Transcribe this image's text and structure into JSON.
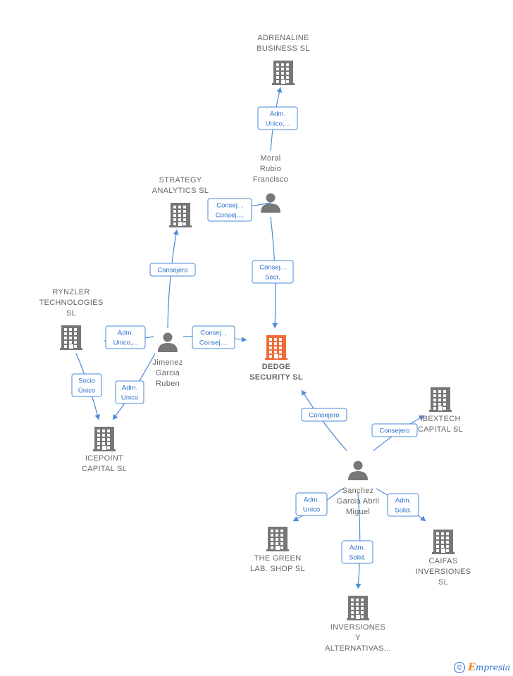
{
  "nodes": [
    {
      "id": "adrenaline",
      "type": "company",
      "lines": [
        "ADRENALINE",
        "BUSINESS  SL"
      ],
      "highlight": false
    },
    {
      "id": "moral",
      "type": "person",
      "lines": [
        "Moral",
        "Rubio",
        "Francisco"
      ]
    },
    {
      "id": "strategy",
      "type": "company",
      "lines": [
        "STRATEGY",
        "ANALYTICS  SL"
      ],
      "highlight": false
    },
    {
      "id": "rynzler",
      "type": "company",
      "lines": [
        "RYNZLER",
        "TECHNOLOGIES",
        "SL"
      ],
      "highlight": false
    },
    {
      "id": "jimenez",
      "type": "person",
      "lines": [
        "Jimenez",
        "Garcia",
        "Ruben"
      ]
    },
    {
      "id": "dedge",
      "type": "company",
      "lines": [
        "DEDGE",
        "SECURITY  SL"
      ],
      "highlight": true
    },
    {
      "id": "icepoint",
      "type": "company",
      "lines": [
        "ICEPOINT",
        "CAPITAL  SL"
      ],
      "highlight": false
    },
    {
      "id": "ibextech",
      "type": "company",
      "lines": [
        "IBEXTECH",
        "CAPITAL  SL"
      ],
      "highlight": false
    },
    {
      "id": "sanchez",
      "type": "person",
      "lines": [
        "Sanchez",
        "Garcia Abril",
        "Miguel"
      ]
    },
    {
      "id": "thegreen",
      "type": "company",
      "lines": [
        "THE GREEN",
        "LAB.  SHOP  SL"
      ],
      "highlight": false
    },
    {
      "id": "caifas",
      "type": "company",
      "lines": [
        "CAIFAS",
        "INVERSIONES",
        "SL"
      ],
      "highlight": false
    },
    {
      "id": "inversiones",
      "type": "company",
      "lines": [
        "INVERSIONES",
        "Y",
        "ALTERNATIVAS..."
      ],
      "highlight": false
    }
  ],
  "edges": [
    {
      "from": "moral",
      "to": "adrenaline",
      "label": [
        "Adm.",
        "Unico,..."
      ]
    },
    {
      "from": "moral",
      "to": "dedge",
      "label": [
        "Consej. ,",
        "Secr."
      ]
    },
    {
      "from": "moral",
      "to": "dedge",
      "label": [
        "Consej. ,",
        "Consej...."
      ]
    },
    {
      "from": "jimenez",
      "to": "strategy",
      "label": [
        "Consejero"
      ]
    },
    {
      "from": "jimenez",
      "to": "rynzler",
      "label": [
        "Adm.",
        "Unico,..."
      ]
    },
    {
      "from": "jimenez",
      "to": "dedge",
      "label": [
        "Consej. ,",
        "Consej...."
      ]
    },
    {
      "from": "jimenez",
      "to": "icepoint",
      "label": [
        "Adm.",
        "Unico"
      ]
    },
    {
      "from": "rynzler",
      "to": "icepoint",
      "label": [
        "Socio",
        "Único"
      ]
    },
    {
      "from": "sanchez",
      "to": "dedge",
      "label": [
        "Consejero"
      ]
    },
    {
      "from": "sanchez",
      "to": "ibextech",
      "label": [
        "Consejero"
      ]
    },
    {
      "from": "sanchez",
      "to": "thegreen",
      "label": [
        "Adm.",
        "Unico"
      ]
    },
    {
      "from": "sanchez",
      "to": "caifas",
      "label": [
        "Adm.",
        "Solid."
      ]
    },
    {
      "from": "sanchez",
      "to": "inversiones",
      "label": [
        "Adm.",
        "Solid."
      ]
    }
  ],
  "colors": {
    "company": "#777777",
    "highlight": "#f26b3a",
    "person": "#777777",
    "edge": "#4a8ad8",
    "edge_text": "#2a6fc9"
  },
  "footer": {
    "copyright": "©",
    "brand_initial": "E",
    "brand_rest": "mpresia"
  }
}
